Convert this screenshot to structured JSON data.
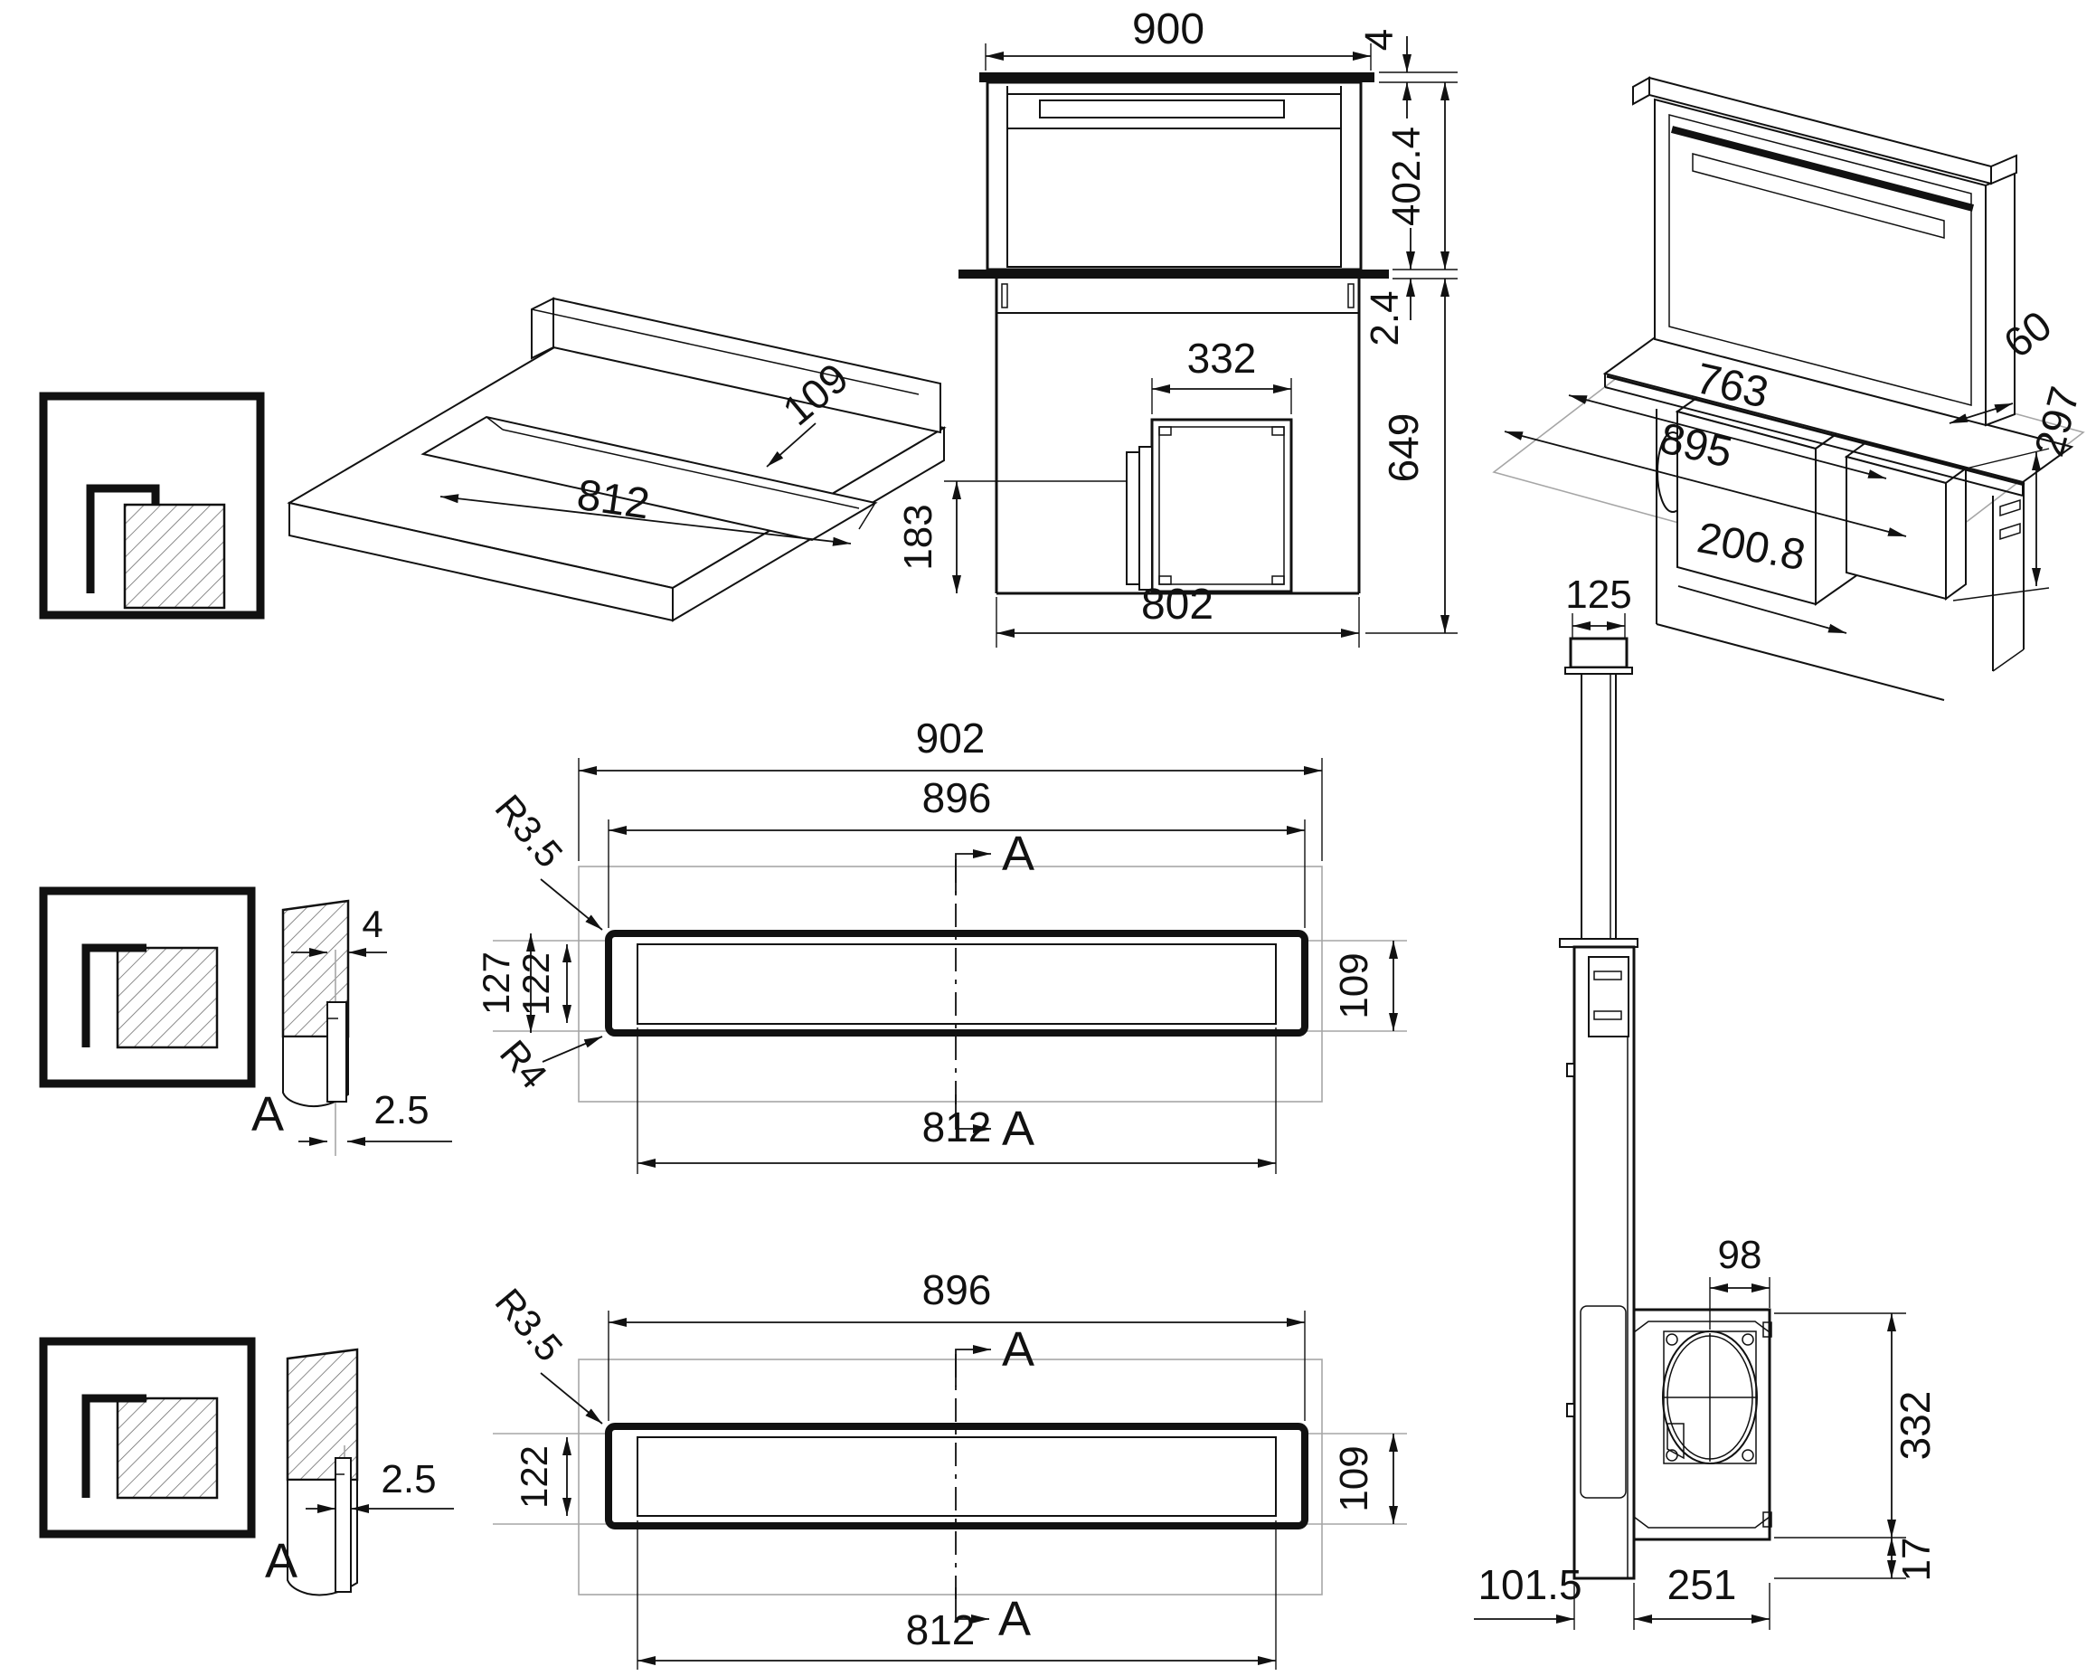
{
  "drawing": {
    "iso_worktop": {
      "cutout_width": "812",
      "worktop_depth": "109"
    },
    "front_view": {
      "total_width": "900",
      "top_plate": "4",
      "height_above": "402.4",
      "recess": "2.4",
      "height_below": "649",
      "motor_width": "332",
      "motor_offset": "183",
      "body_width": "802"
    },
    "iso_raised": {
      "inner_width": "763",
      "outer_width": "895",
      "damper_depth": "60",
      "outlet_height": "297",
      "motor_depth": "200.8"
    },
    "plan_proud": {
      "overall_width": "902",
      "frame_width": "896",
      "glass_width": "812",
      "radius_outer": "R3.5",
      "radius_inner": "R4",
      "depth_outer": "127",
      "depth_inner": "122",
      "depth_right": "109",
      "section_mark": "A"
    },
    "plan_flush": {
      "frame_width": "896",
      "glass_width": "812",
      "radius": "R3.5",
      "depth_inner": "122",
      "depth_right": "109",
      "section_mark": "A"
    },
    "section_proud": {
      "lip": "4",
      "gap": "2.5",
      "label": "A"
    },
    "section_flush": {
      "gap": "2.5",
      "label": "A"
    },
    "side_view": {
      "duct_width": "125",
      "outlet_offset": "98",
      "outlet_height": "332",
      "bottom_gap": "17",
      "motor_depth": "251",
      "rear_clearance": "101.5"
    }
  }
}
